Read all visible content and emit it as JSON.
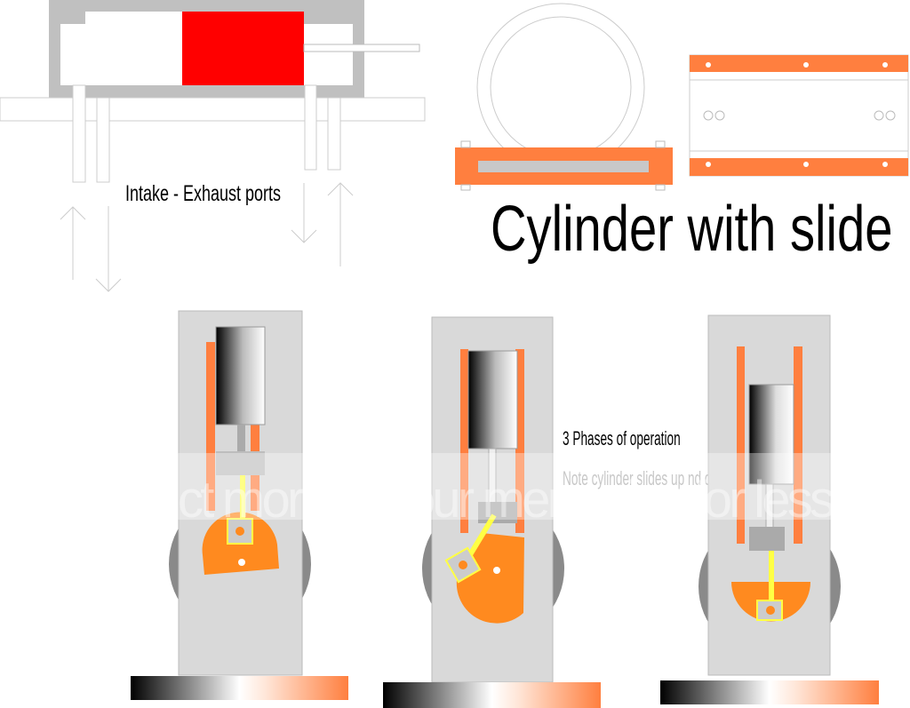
{
  "labels": {
    "ports": "Intake - Exhaust ports",
    "title": "Cylinder with slide",
    "phases": "3 Phases of operation",
    "note": "Note cylinder slides up nd down"
  },
  "watermark": "protect more of your memories for less",
  "colors": {
    "piston": "#ff0000",
    "slide": "#ff7f3f",
    "crank": "#ff8a1f",
    "rod": "#ffff44",
    "body": "#d9d9d9",
    "wheel": "#8a8a8a"
  },
  "phases": [
    {
      "name": "phase-1",
      "cylinder_position": "top"
    },
    {
      "name": "phase-2",
      "cylinder_position": "middle"
    },
    {
      "name": "phase-3",
      "cylinder_position": "bottom"
    }
  ]
}
